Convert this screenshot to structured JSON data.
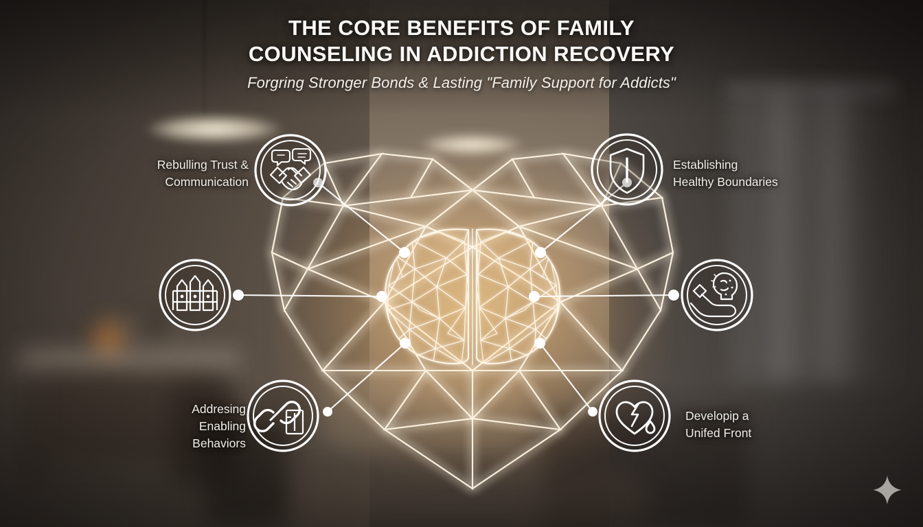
{
  "header": {
    "title": "THE CORE BENEFITS OF FAMILY\nCOUNSELING IN ADDICTION RECOVERY",
    "title_line1": "THE CORE BENEFITS OF FAMILY",
    "title_line2": "COUNSELING IN ADDICTION RECOVERY",
    "subtitle": "Forgring Stronger Bonds & Lasting \"Family Support for Addicts\""
  },
  "center": {
    "icon": "brain-icon",
    "description": "low-poly wireframe brain"
  },
  "nodes": [
    {
      "id": "rebuilding-trust",
      "icon": "handshake-speech-bubbles-icon",
      "label": "Rebulling Trust &\nCommunication",
      "label_side": "left"
    },
    {
      "id": "healthy-boundaries",
      "icon": "shield-icon",
      "label": "Establishing\nHealthy Boundaries",
      "label_side": "right"
    },
    {
      "id": "fence-boundaries",
      "icon": "fence-icon",
      "label": "",
      "label_side": "left"
    },
    {
      "id": "supportive-care",
      "icon": "hand-holding-head-icon",
      "label": "",
      "label_side": "right"
    },
    {
      "id": "enabling-behaviors",
      "icon": "broken-chain-link-icon",
      "label": "Addresing\nEnabling\nBehaviors",
      "label_side": "left"
    },
    {
      "id": "unified-front",
      "icon": "broken-heart-lightning-icon",
      "label": "Developip a\nUnifed Front",
      "label_side": "right"
    }
  ],
  "watermark": {
    "icon": "four-point-sparkle-icon",
    "color": "#a8a5a1"
  },
  "colors": {
    "glow": "#ffd28a",
    "heart_stroke": "#fff3dc",
    "text": "#f2eee7",
    "line": "#ffffff",
    "background_dark": "#201c1a"
  }
}
